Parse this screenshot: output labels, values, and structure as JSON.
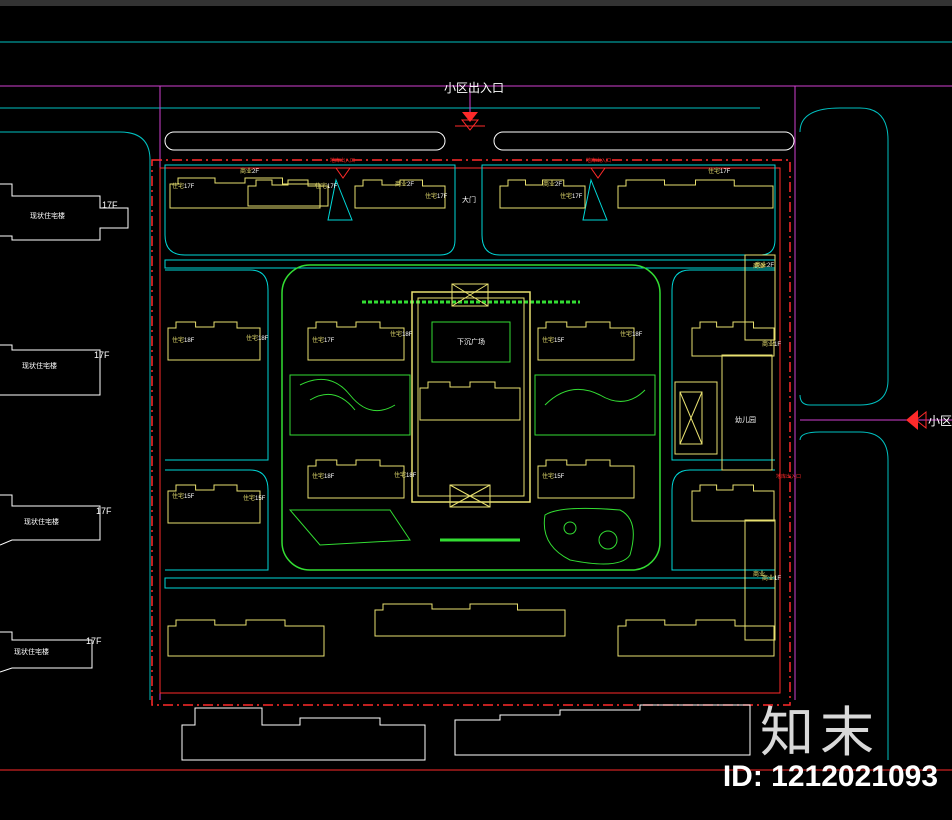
{
  "labels": {
    "top_entrance": "小区出入口",
    "right_entrance": "小区",
    "door": "大门",
    "underground_entry": "地库出入口",
    "sunken_plaza": "下沉广场",
    "commerce": "商业",
    "kindergarten": "幼儿园",
    "residence": "住宅"
  },
  "existing": [
    {
      "name": "现状住宅楼",
      "floors": "17F"
    },
    {
      "name": "现状住宅楼",
      "floors": "17F"
    },
    {
      "name": "现状住宅楼",
      "floors": "17F"
    },
    {
      "name": "现状住宅楼",
      "floors": "17F"
    }
  ],
  "buildings": [
    {
      "label": "住宅",
      "floors": "17F"
    },
    {
      "label": "商业",
      "floors": "2F"
    },
    {
      "label": "住宅",
      "floors": "17F"
    },
    {
      "label": "商业",
      "floors": "2F"
    },
    {
      "label": "住宅",
      "floors": "17F"
    },
    {
      "label": "商业",
      "floors": "2F"
    },
    {
      "label": "住宅",
      "floors": "17F"
    },
    {
      "label": "住宅",
      "floors": "17F"
    },
    {
      "label": "住宅",
      "floors": "18F"
    },
    {
      "label": "住宅",
      "floors": "18F"
    },
    {
      "label": "住宅",
      "floors": "17F"
    },
    {
      "label": "住宅",
      "floors": "18F"
    },
    {
      "label": "住宅",
      "floors": "15F"
    },
    {
      "label": "住宅",
      "floors": "18F"
    },
    {
      "label": "住宅",
      "floors": "18F"
    },
    {
      "label": "住宅",
      "floors": "15F"
    },
    {
      "label": "住宅",
      "floors": "15F"
    },
    {
      "label": "住宅",
      "floors": "18F"
    },
    {
      "label": "住宅",
      "floors": "15F"
    },
    {
      "label": "商业",
      "floors": "2F"
    },
    {
      "label": "商业",
      "floors": "1F"
    },
    {
      "label": "商业",
      "floors": "1F"
    }
  ],
  "watermark": {
    "brand": "知末",
    "id": "ID: 1212021093"
  },
  "colors": {
    "site_line": "#ff2a2a",
    "road": "#00d8d8",
    "building": "#e8e070",
    "landscape": "#33dd33",
    "axis": "#d040d0"
  }
}
